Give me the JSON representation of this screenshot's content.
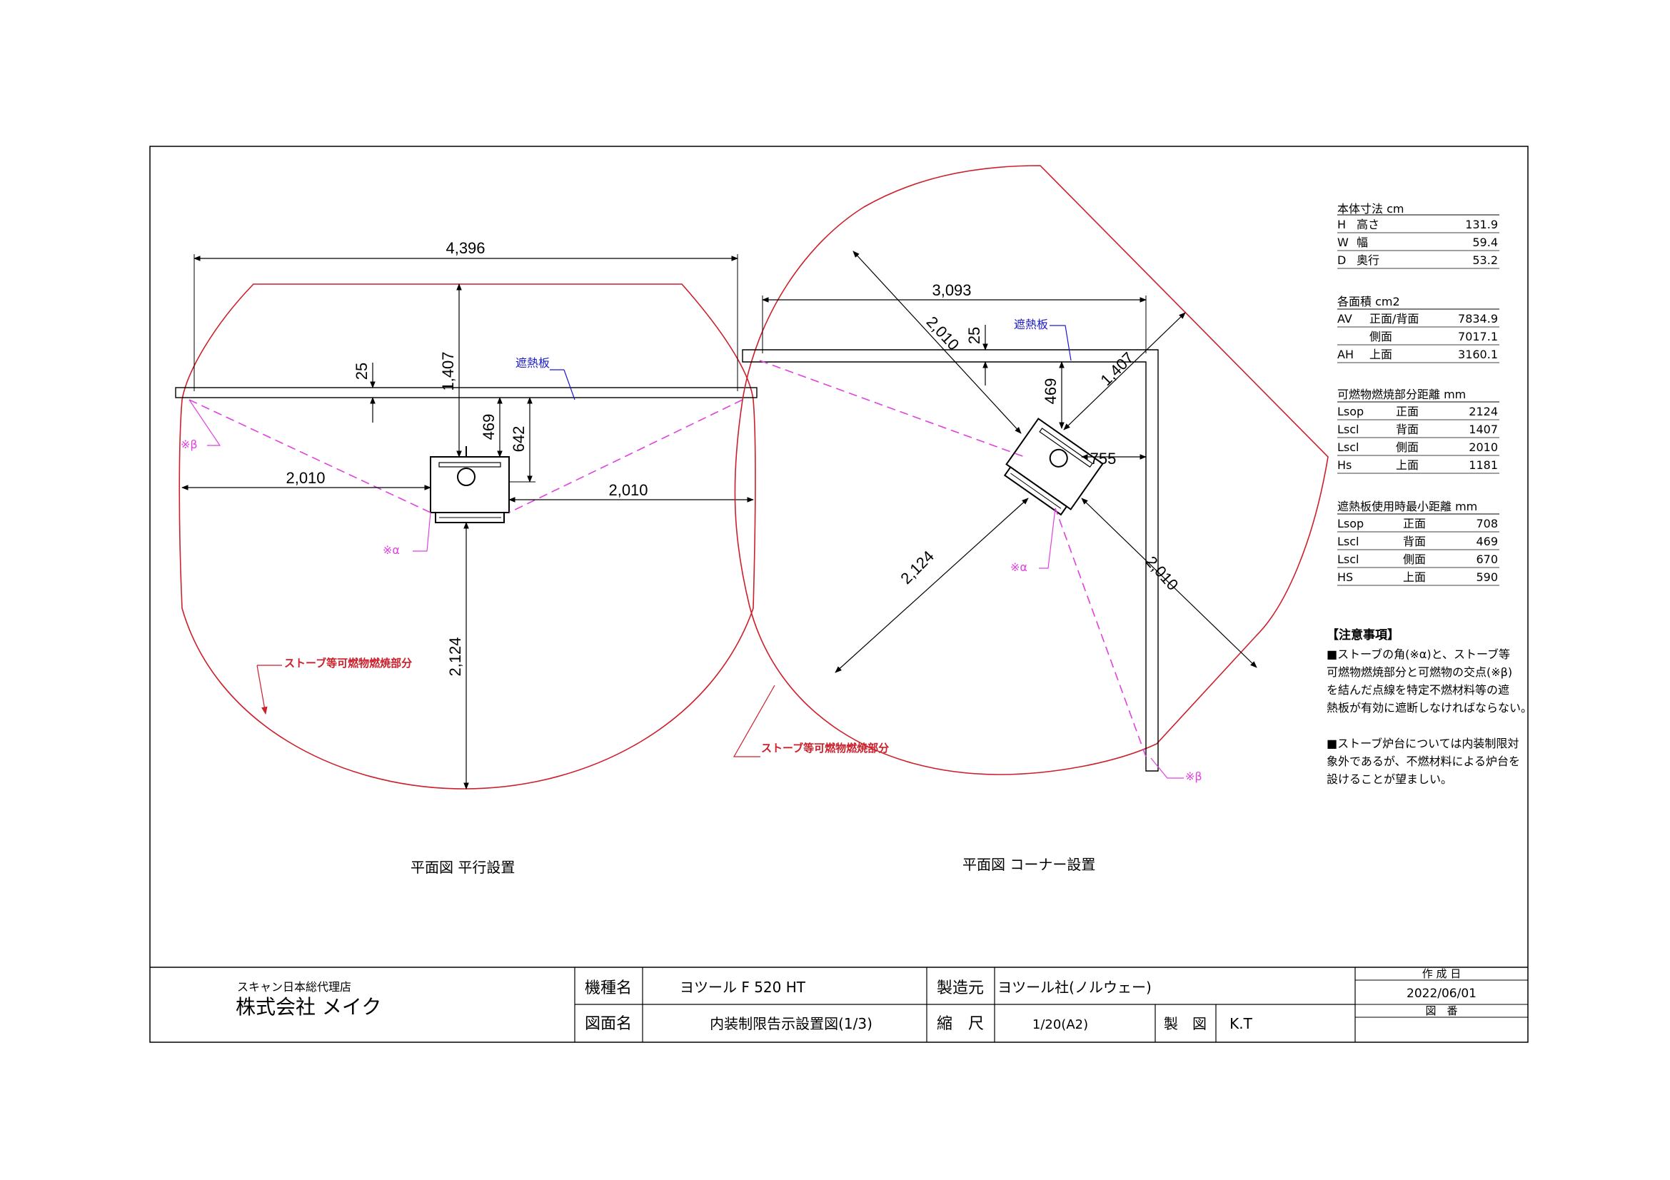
{
  "colors": {
    "combustible": "#cc1f2a",
    "line": "#000000",
    "dashed": "#e040e0",
    "label_blue": "#1a1acc"
  },
  "left_view": {
    "title": "平面図  平行設置",
    "dims": {
      "width": "4,396",
      "back": "1,407",
      "gap": "25",
      "d469": "469",
      "d642": "642",
      "side_l": "2,010",
      "side_r": "2,010",
      "front": "2,124"
    },
    "shield_label": "遮熱板",
    "combustible_label": "ストーブ等可燃物燃焼部分",
    "alpha": "※α",
    "beta": "※β"
  },
  "right_view": {
    "title": "平面図  コーナー設置",
    "dims": {
      "width": "3,093",
      "gap": "25",
      "d469": "469",
      "d755": "755",
      "diag_ul": "2,010",
      "diag_ur": "1,407",
      "diag_ll": "2,124",
      "diag_lr": "2,010"
    },
    "shield_label": "遮熱板",
    "combustible_label": "ストーブ等可燃物燃焼部分",
    "alpha": "※α",
    "beta": "※β"
  },
  "specs": {
    "body": {
      "title": "本体寸法  cm",
      "rows": [
        {
          "k": "H",
          "name": "高さ",
          "v": "131.9"
        },
        {
          "k": "W",
          "name": "幅",
          "v": "59.4"
        },
        {
          "k": "D",
          "name": "奥行",
          "v": "53.2"
        }
      ]
    },
    "area": {
      "title": "各面積  cm2",
      "rows": [
        {
          "k": "AV",
          "name": "正面/背面",
          "v": "7834.9"
        },
        {
          "k": "",
          "name": "側面",
          "v": "7017.1"
        },
        {
          "k": "AH",
          "name": "上面",
          "v": "3160.1"
        }
      ]
    },
    "dist": {
      "title": "可燃物燃焼部分距離  mm",
      "rows": [
        {
          "k": "Lsop",
          "name": "正面",
          "v": "2124"
        },
        {
          "k": "Lscl",
          "name": "背面",
          "v": "1407"
        },
        {
          "k": "Lscl",
          "name": "側面",
          "v": "2010"
        },
        {
          "k": "Hs",
          "name": "上面",
          "v": "1181"
        }
      ]
    },
    "shield": {
      "title": "遮熱板使用時最小距離  mm",
      "rows": [
        {
          "k": "Lsop",
          "name": "正面",
          "v": "708"
        },
        {
          "k": "Lscl",
          "name": "背面",
          "v": "469"
        },
        {
          "k": "Lscl",
          "name": "側面",
          "v": "670"
        },
        {
          "k": "HS",
          "name": "上面",
          "v": "590"
        }
      ]
    }
  },
  "notes": {
    "title": "【注意事項】",
    "lines": [
      "■ストーブの角(※α)と、ストーブ等",
      "可燃物燃焼部分と可燃物の交点(※β)",
      "を結んだ点線を特定不燃材料等の遮",
      "熱板が有効に遮断しなければならない。",
      "",
      "■ストーブ炉台については内装制限対",
      "象外であるが、不燃材料による炉台を",
      "設けることが望ましい。"
    ]
  },
  "title_block": {
    "agent_sub": "スキャン日本総代理店",
    "agent_name": "株式会社  メイク",
    "model_label": "機種名",
    "model_value": "ヨツール  F  520  HT",
    "maker_label": "製造元",
    "maker_value": "ヨツール社(ノルウェー)",
    "drawing_label": "図面名",
    "drawing_value": "内装制限告示設置図(1/3)",
    "scale_label": "縮　尺",
    "scale_value": "1/20(A2)",
    "drafter_label": "製　図",
    "drafter_value": "K.T",
    "date_label": "作 成 日",
    "date_value": "2022/06/01",
    "number_label": "図　番"
  }
}
